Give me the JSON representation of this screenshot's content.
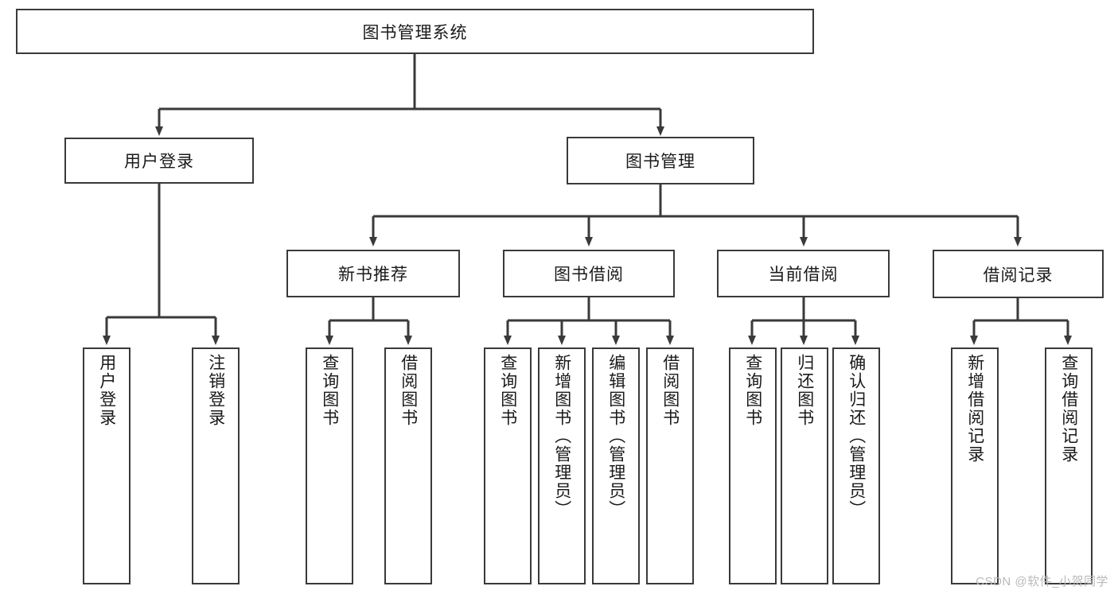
{
  "diagram": {
    "title": "图书管理系统",
    "type": "tree",
    "watermark": "CSDN @软件_小贺同学",
    "colors": {
      "box_border": "#3a3a3a",
      "box_fill": "#ffffff",
      "connector": "#3a3a3a",
      "text": "#1a1a1a",
      "watermark": "#b9b9b9",
      "background": "#ffffff"
    },
    "nodes": {
      "root": {
        "label": "图书管理系统"
      },
      "level1": [
        {
          "label": "用户登录"
        },
        {
          "label": "图书管理"
        }
      ],
      "level2": [
        {
          "label": "新书推荐"
        },
        {
          "label": "图书借阅"
        },
        {
          "label": "当前借阅"
        },
        {
          "label": "借阅记录"
        }
      ],
      "leaves_user_login": [
        {
          "label": "用户登录"
        },
        {
          "label": "注销登录"
        }
      ],
      "leaves_new_books": [
        {
          "label": "查询图书"
        },
        {
          "label": "借阅图书"
        }
      ],
      "leaves_borrow": [
        {
          "label": "查询图书"
        },
        {
          "label": "新增图书（管理员）"
        },
        {
          "label": "编辑图书（管理员）"
        },
        {
          "label": "借阅图书"
        }
      ],
      "leaves_current": [
        {
          "label": "查询图书"
        },
        {
          "label": "归还图书"
        },
        {
          "label": "确认归还（管理员）"
        }
      ],
      "leaves_records": [
        {
          "label": "新增借阅记录"
        },
        {
          "label": "查询借阅记录"
        }
      ]
    }
  }
}
